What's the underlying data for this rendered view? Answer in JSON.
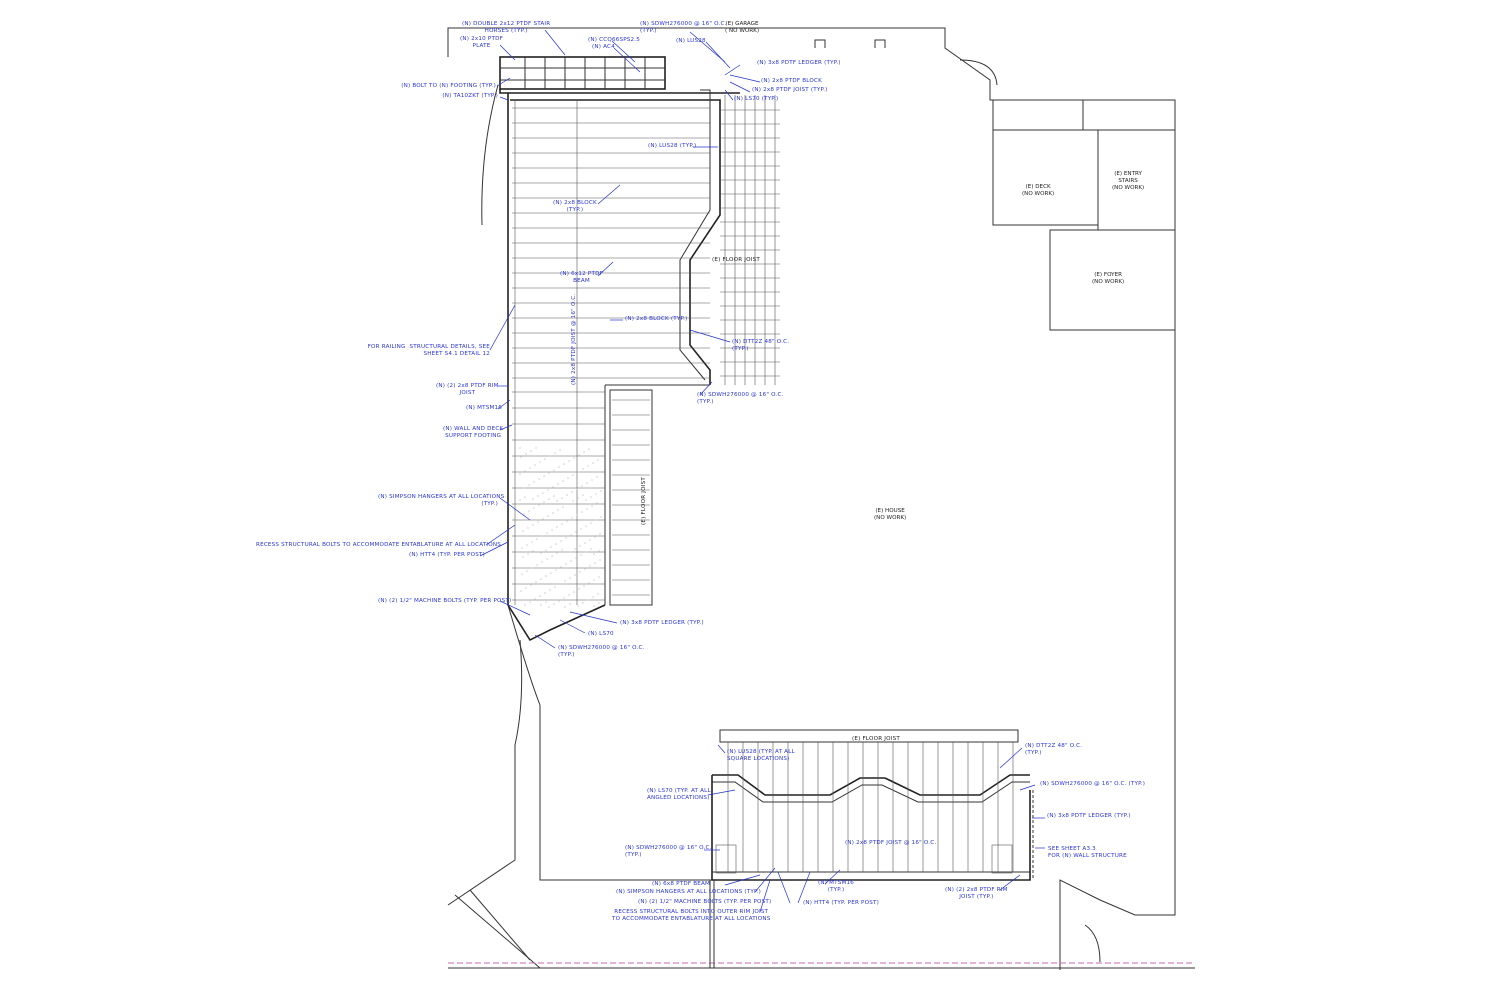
{
  "rooms": {
    "garage": "(E) GARAGE\n( NO WORK)",
    "deck": "(E) DECK\n(NO WORK)",
    "entry_stairs": "(E) ENTRY\nSTAIRS\n(NO WORK)",
    "foyer": "(E) FOYER\n(NO WORK)",
    "house": "(E) HOUSE\n(NO WORK)"
  },
  "upper_notes": {
    "stair_horses": "(N) DOUBLE 2x12 PTDF STAIR\nHORSES (TYP.)",
    "plate": "(N) 2x10 PTDF\nPLATE",
    "sdwh_top": "(N) SDWH276000 @ 16\" O.C.\n(TYP.)",
    "ccq": "(N) CCQ66SPS2.5",
    "ac4": "(N) AC4",
    "lus28_top": "(N) LUS28",
    "ledger_top": "(N) 3x8 PDTF LEDGER (TYP.)",
    "block_top": "(N) 2x8 PTDF BLOCK",
    "joist_top": "(N) 2x8 PTDF JOIST (TYP.)",
    "ls70_top": "(N) LS70 (TYP.)",
    "bolt_footing": "(N) BOLT TO (N) FOOTING (TYP.)",
    "ta": "(N) TA10ZKT (TYP.)",
    "lus28_typ": "(N) LUS28 (TYP.)",
    "block_mid": "(N) 2x8 BLOCK\n(TYP.)",
    "floor_joist_e1": "(E) FLOOR JOIST",
    "beam_6x12": "(N) 6x12 PTDF\nBEAM",
    "block_typ": "(N) 2x8 BLOCK (TYP.)",
    "joist_vertical": "(N) 2x8 PTDF JOIST @ 16\" O.C.",
    "dtt_top": "(N) DTT2Z 48\" O.C.\n(TYP.)",
    "railing": "FOR RAILING  STRUCTURAL DETAILS, SEE\nSHEET S4.1 DETAIL 12",
    "rim_joist": "(N) (2) 2x8 PTDF RIM\nJOIST",
    "sdwh_mid": "(N) SDWH276000 @ 16\" O.C.\n(TYP.)",
    "mtsm16": "(N) MTSM16",
    "wall_footing": "(N) WALL AND DECK\nSUPPORT FOOTING",
    "floor_joist_e2": "(E) FLOOR JOIST",
    "simpson": "(N) SIMPSON HANGERS AT ALL LOCATIONS\n(TYP.)",
    "recess": "RECESS STRUCTURAL BOLTS TO ACCOMMODATE ENTABLATURE AT ALL LOCATIONS",
    "htt4": "(N) HTT4 (TYP. PER POST)",
    "machine_bolts": "(N) (2) 1/2\" MACHINE BOLTS (TYP. PER POST)",
    "ledger_mid": "(N) 3x8 PDTF LEDGER (TYP.)",
    "ls70_mid": "(N) LS70",
    "sdwh_low": "(N) SDWH276000 @ 16\" O.C.\n(TYP.)"
  },
  "lower_notes": {
    "floor_joist_e3": "(E) FLOOR JOIST",
    "lus28_square": "(N) LUS28 (TYP. AT ALL\nSQUARE LOCATIONS)",
    "dtt_low": "(N) DTT2Z 48\" O.C.\n(TYP.)",
    "sdwh_right": "(N) SDWH276000 @ 16\" O.C. (TYP.)",
    "ls70_angled": "(N) LS70 (TYP. AT ALL\nANGLED LOCATIONS)",
    "ledger_low": "(N) 3x8 PDTF LEDGER (TYP.)",
    "sdwh_left": "(N) SDWH276000 @ 16\" O.C.\n(TYP.)",
    "joist_low": "(N) 2x8 PTDF JOIST @ 16\" O.C.",
    "see_sheet": "SEE SHEET A3.3\nFOR (N) WALL STRUCTURE",
    "beam_6x8": "(N) 6x8 PTDF BEAM",
    "mtsm16_low": "(N) MTSM16\n(TYP.)",
    "simpson_low": "(N) SIMPSON HANGERS AT ALL LOCATIONS (TYP.)",
    "rim_low": "(N) (2) 2x8 PTDF RIM\nJOIST (TYP.)",
    "machine_low": "(N) (2) 1/2\" MACHINE BOLTS (TYP. PER POST)",
    "htt4_low": "(N) HTT4 (TYP. PER POST)",
    "recess_low": "RECESS STRUCTURAL BOLTS INTO OUTER RIM JOIST\nTO ACCOMMODATE ENTABLATURE AT ALL LOCATIONS"
  },
  "colors": {
    "annotation": "#2a36d4",
    "linework": "#333333"
  }
}
